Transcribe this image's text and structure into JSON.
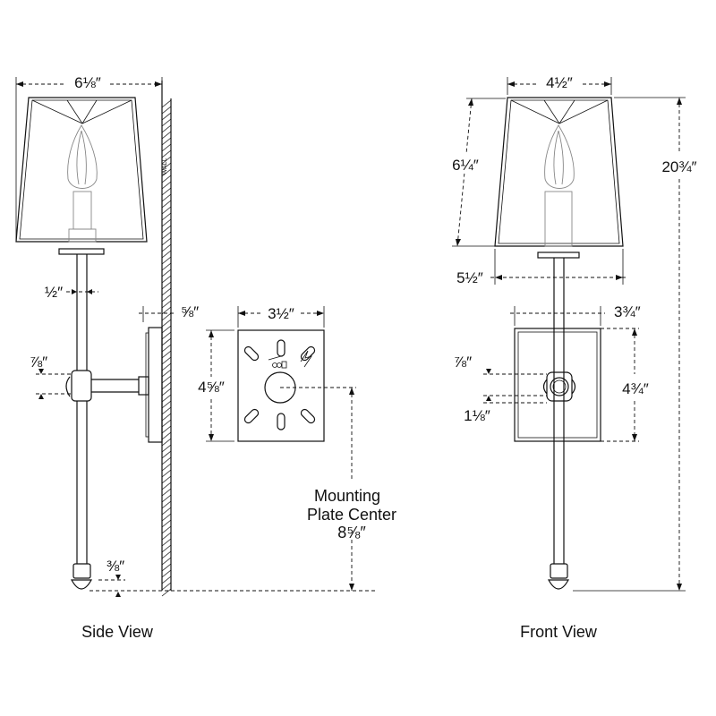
{
  "side_view": {
    "caption": "Side View",
    "wall_label": "WALL",
    "shade_width": "6⅛″",
    "rod_diameter": "½″",
    "plate_depth": "⅝″",
    "arm_height": "⅞″",
    "finial_height": "⅜″"
  },
  "plate_view": {
    "width": "3½″",
    "height": "4⅝″",
    "mounting_label_line1": "Mounting",
    "mounting_label_line2": "Plate Center",
    "mounting_value": "8⅝″"
  },
  "front_view": {
    "caption": "Front View",
    "shade_top_width": "4½″",
    "shade_height": "6¼″",
    "shade_bottom_width": "5½″",
    "overall_height": "20¾″",
    "backplate_width": "3¾″",
    "backplate_height": "4¾″",
    "arm_height": "⅞″",
    "knob_diameter": "1⅛″"
  }
}
